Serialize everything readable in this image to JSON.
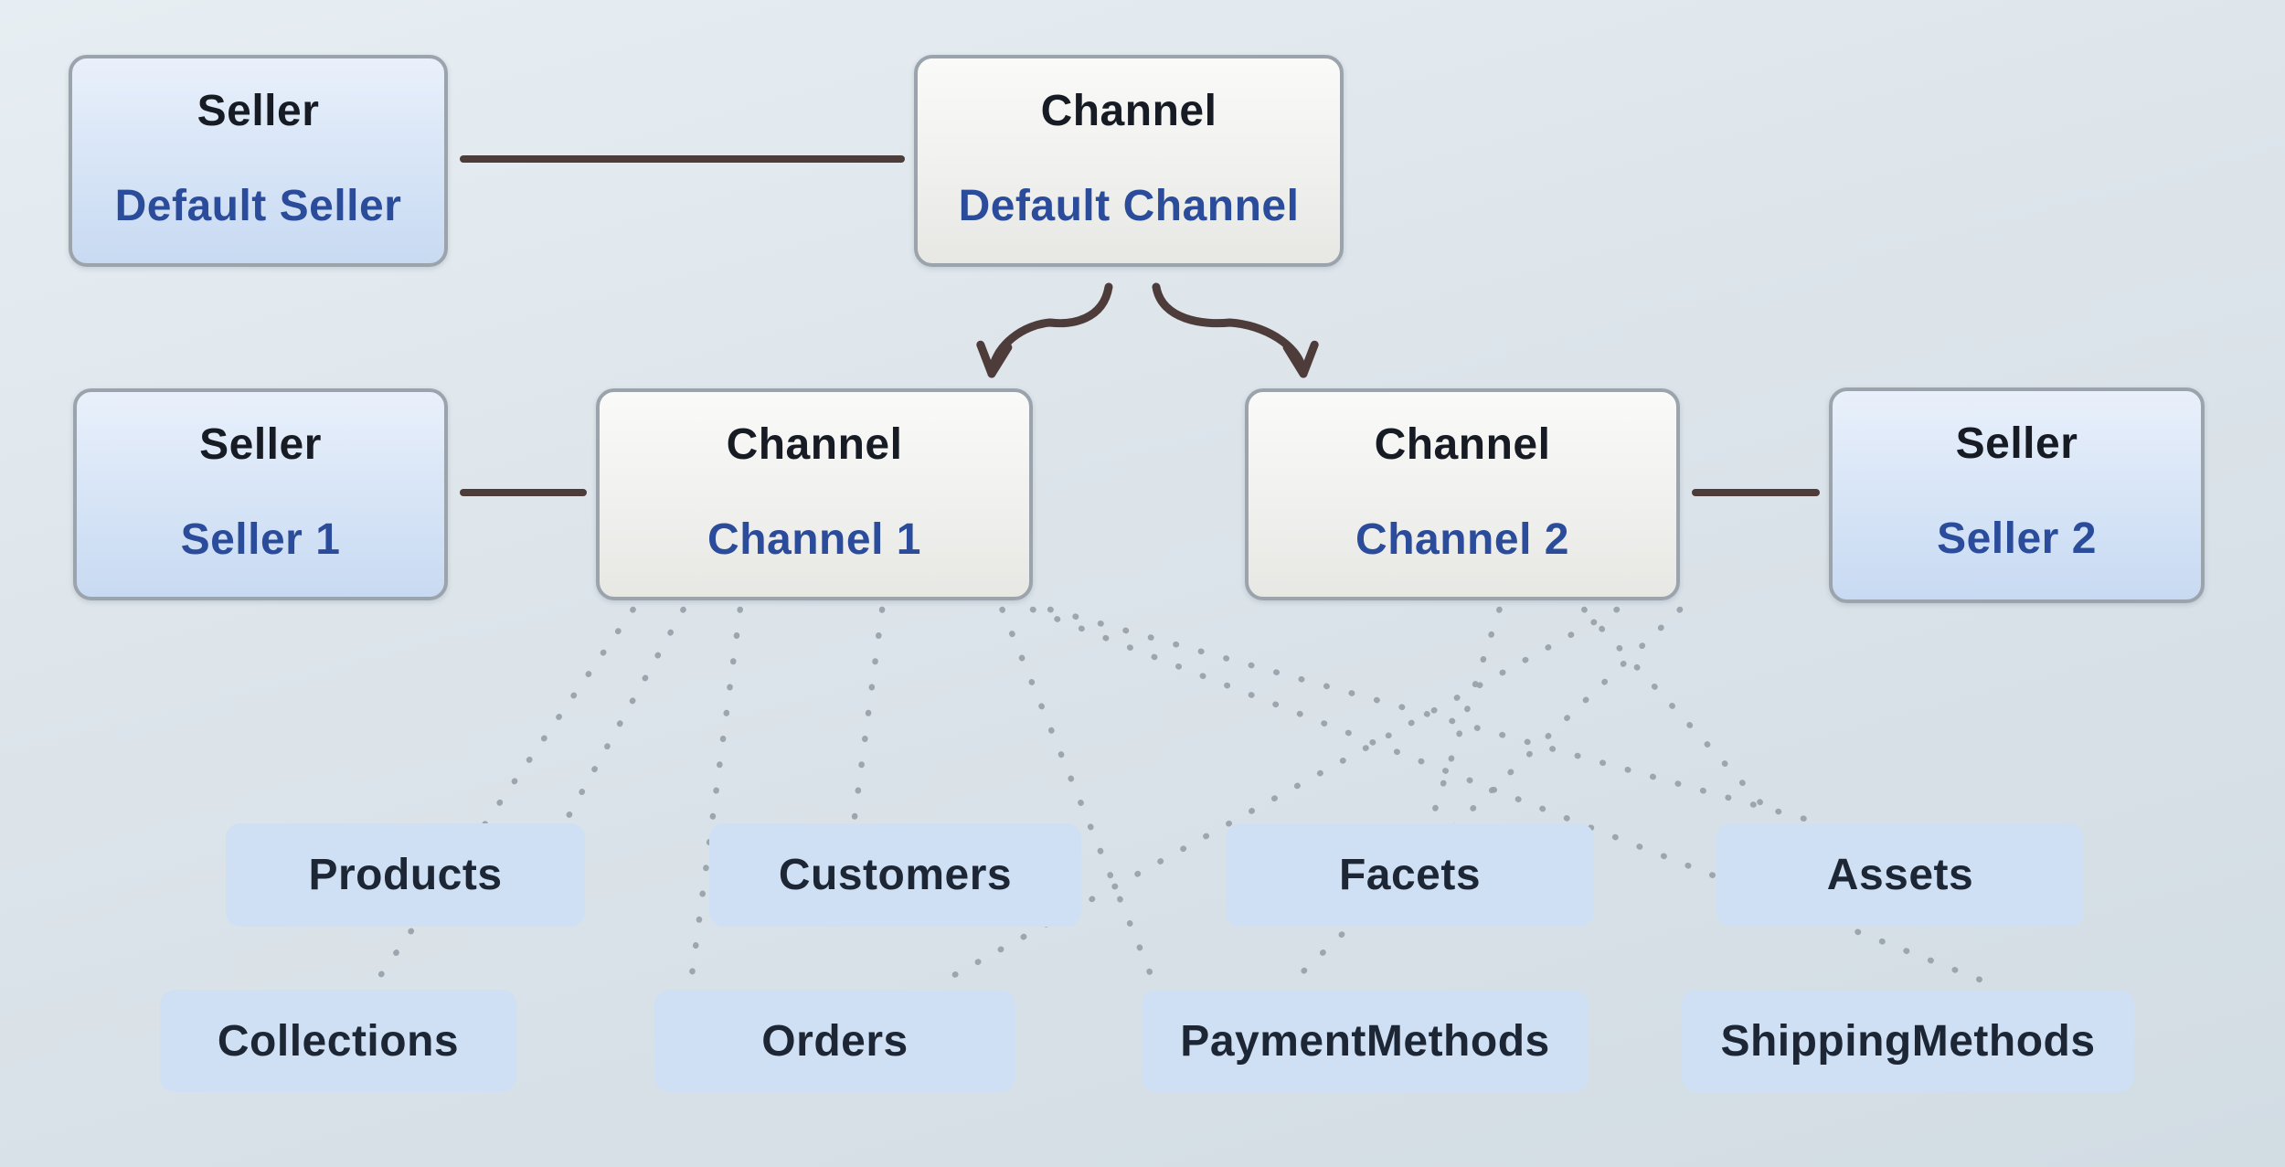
{
  "diagram": {
    "nodes": {
      "seller-default": {
        "title": "Seller",
        "subtitle": "Default Seller",
        "type": "seller"
      },
      "channel-default": {
        "title": "Channel",
        "subtitle": "Default Channel",
        "type": "channel"
      },
      "seller-1": {
        "title": "Seller",
        "subtitle": "Seller 1",
        "type": "seller"
      },
      "channel-1": {
        "title": "Channel",
        "subtitle": "Channel 1",
        "type": "channel"
      },
      "channel-2": {
        "title": "Channel",
        "subtitle": "Channel 2",
        "type": "channel"
      },
      "seller-2": {
        "title": "Seller",
        "subtitle": "Seller 2",
        "type": "seller"
      }
    },
    "entities": {
      "products": {
        "label": "Products"
      },
      "customers": {
        "label": "Customers"
      },
      "facets": {
        "label": "Facets"
      },
      "assets": {
        "label": "Assets"
      },
      "collections": {
        "label": "Collections"
      },
      "orders": {
        "label": "Orders"
      },
      "paymentmethods": {
        "label": "PaymentMethods"
      },
      "shippingmethods": {
        "label": "ShippingMethods"
      }
    },
    "solid_connections": [
      {
        "from": "seller-default",
        "to": "channel-default"
      },
      {
        "from": "seller-1",
        "to": "channel-1"
      },
      {
        "from": "channel-2",
        "to": "seller-2"
      }
    ],
    "arrow_connections": [
      {
        "from": "channel-default",
        "to": "channel-1"
      },
      {
        "from": "channel-default",
        "to": "channel-2"
      }
    ],
    "dotted_connections": [
      {
        "from": "channel-1",
        "to": "collections",
        "from_frac": 0.085,
        "to_frac": 0.6
      },
      {
        "from": "channel-1",
        "to": "products",
        "from_frac": 0.2,
        "to_frac": 0.95
      },
      {
        "from": "channel-1",
        "to": "orders",
        "from_frac": 0.33,
        "to_frac": 0.1
      },
      {
        "from": "channel-1",
        "to": "customers",
        "from_frac": 0.655,
        "to_frac": 0.39
      },
      {
        "from": "channel-1",
        "to": "paymentmethods",
        "from_frac": 0.93,
        "to_frac": 0.03
      },
      {
        "from": "channel-1",
        "to": "shippingmethods",
        "from_frac": 1.0,
        "to_frac": 0.69
      },
      {
        "from": "channel-1",
        "to": "assets",
        "from_frac": 1.04,
        "to_frac": 0.24
      },
      {
        "from": "channel-2",
        "to": "facets",
        "from_frac": 0.585,
        "to_frac": 0.56
      },
      {
        "from": "channel-2",
        "to": "assets",
        "from_frac": 0.78,
        "to_frac": 0.16
      },
      {
        "from": "channel-2",
        "to": "orders",
        "from_frac": 0.855,
        "to_frac": 0.78
      },
      {
        "from": "channel-2",
        "to": "paymentmethods",
        "from_frac": 1.0,
        "to_frac": 0.33
      }
    ],
    "colors": {
      "background_top": "#e7eef3",
      "background_bottom": "#d2dce3",
      "connector": "#4e3c3b",
      "arrow": "#4e3c3b",
      "dotted": "#9aa3ab",
      "node_border": "#9ba4ac",
      "seller_fill_top": "#e9f0fb",
      "seller_fill_bottom": "#c8daf2",
      "channel_fill_top": "#fafaf9",
      "channel_fill_bottom": "#e7e7e4",
      "entity_fill": "#cfe0f4",
      "title_text": "#171b24",
      "subtitle_text": "#2a4c9b",
      "entity_text": "#1d2634"
    }
  }
}
